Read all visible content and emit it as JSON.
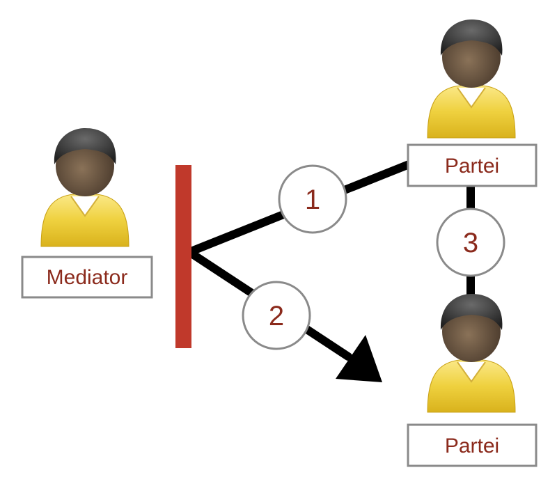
{
  "people": {
    "mediator": {
      "label": "Mediator",
      "icon": "person-icon"
    },
    "party_top": {
      "label": "Partei",
      "icon": "person-icon"
    },
    "party_bottom": {
      "label": "Partei",
      "icon": "person-icon"
    }
  },
  "steps": [
    {
      "number": "1"
    },
    {
      "number": "2"
    },
    {
      "number": "3"
    }
  ],
  "colors": {
    "label_text": "#8b2a1c",
    "barrier": "#c0392b",
    "line": "#000000",
    "shirt": "#f2d24a",
    "skin": "#5a4a3a",
    "hair": "#2f2f2f"
  }
}
